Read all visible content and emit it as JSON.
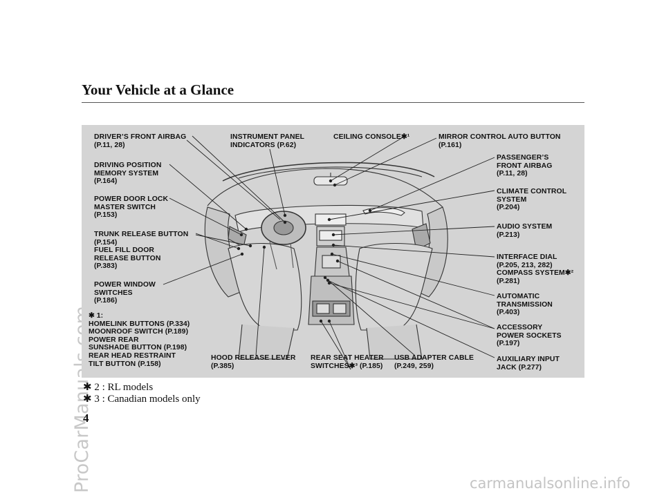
{
  "watermark_side": "ProCarManuals.com",
  "watermark_bottom": "carmanualsonline.info",
  "page_title": "Your Vehicle at a Glance",
  "page_number": "4",
  "footnotes": [
    "✱ 2 :   RL models",
    "✱ 3 :   Canadian models only"
  ],
  "labels": {
    "drivers_front_airbag": [
      "DRIVER’S FRONT AIRBAG",
      "(P.11, 28)"
    ],
    "instrument_panel": [
      "INSTRUMENT PANEL",
      "INDICATORS (P.62)"
    ],
    "ceiling_console": [
      "CEILING CONSOLE✱¹"
    ],
    "mirror_control": [
      "MIRROR CONTROL AUTO BUTTON",
      "(P.161)"
    ],
    "driving_position": [
      "DRIVING POSITION",
      "MEMORY SYSTEM",
      "(P.164)"
    ],
    "passenger_airbag": [
      "PASSENGER’S",
      "FRONT AIRBAG",
      "(P.11, 28)"
    ],
    "power_door_lock": [
      "POWER DOOR LOCK",
      "MASTER SWITCH",
      "(P.153)"
    ],
    "climate_control": [
      "CLIMATE CONTROL",
      "SYSTEM",
      "(P.204)"
    ],
    "trunk_release": [
      "TRUNK RELEASE BUTTON",
      "(P.154)",
      "FUEL FILL DOOR",
      "RELEASE BUTTON",
      "(P.383)"
    ],
    "audio_system": [
      "AUDIO SYSTEM",
      "(P.213)"
    ],
    "interface_dial": [
      "INTERFACE DIAL",
      "(P.205, 213, 282)",
      "COMPASS SYSTEM✱²",
      "(P.281)"
    ],
    "power_window": [
      "POWER WINDOW",
      "SWITCHES",
      "(P.186)"
    ],
    "automatic_transmission": [
      "AUTOMATIC",
      "TRANSMISSION",
      "(P.403)"
    ],
    "footnote1_group": [
      "✱ 1:",
      "HOMELINK BUTTONS (P.334)",
      "MOONROOF SWITCH (P.189)",
      "POWER REAR",
      "SUNSHADE BUTTON (P.198)",
      "REAR HEAD RESTRAINT",
      "TILT BUTTON (P.158)"
    ],
    "accessory_sockets": [
      "ACCESSORY",
      "POWER SOCKETS",
      "(P.197)"
    ],
    "hood_release": [
      "HOOD RELEASE LEVER",
      "(P.385)"
    ],
    "rear_seat_heater": [
      "REAR SEAT HEATER",
      "SWITCHES✱³ (P.185)"
    ],
    "usb_adapter": [
      "USB ADAPTER CABLE",
      "(P.249, 259)"
    ],
    "auxiliary_input": [
      "AUXILIARY INPUT",
      "JACK (P.277)"
    ]
  }
}
